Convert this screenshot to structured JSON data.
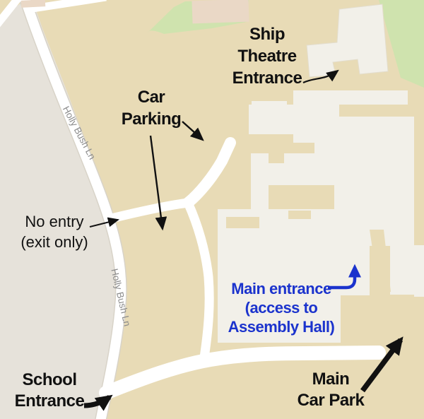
{
  "map": {
    "colors": {
      "ground": "#e8dbb6",
      "offsite_area": "#e6e2da",
      "building": "#f2f0e9",
      "building_accent": "#ead8c6",
      "road": "#ffffff",
      "road_casing": "#d8d3c8",
      "green_space": "#cfe3ae",
      "annotation_black": "#111111",
      "annotation_blue": "#1b33cd",
      "road_label_gray": "#8b8b8b"
    },
    "road_labels": {
      "upper": "Holly Bush Ln",
      "lower": "Holly Bush Ln"
    },
    "annotations": {
      "ship_theatre_entrance": {
        "line1": "Ship",
        "line2": "Theatre",
        "line3": "Entrance"
      },
      "car_parking": {
        "line1": "Car",
        "line2": "Parking"
      },
      "no_entry": {
        "line1": "No entry",
        "line2": "(exit only)"
      },
      "school_entrance": {
        "line1": "School",
        "line2": "Entrance"
      },
      "main_entrance": {
        "line1": "Main entrance",
        "line2": "(access to",
        "line3": "Assembly Hall)"
      },
      "main_car_park": {
        "line1": "Main",
        "line2": "Car Park"
      }
    }
  }
}
